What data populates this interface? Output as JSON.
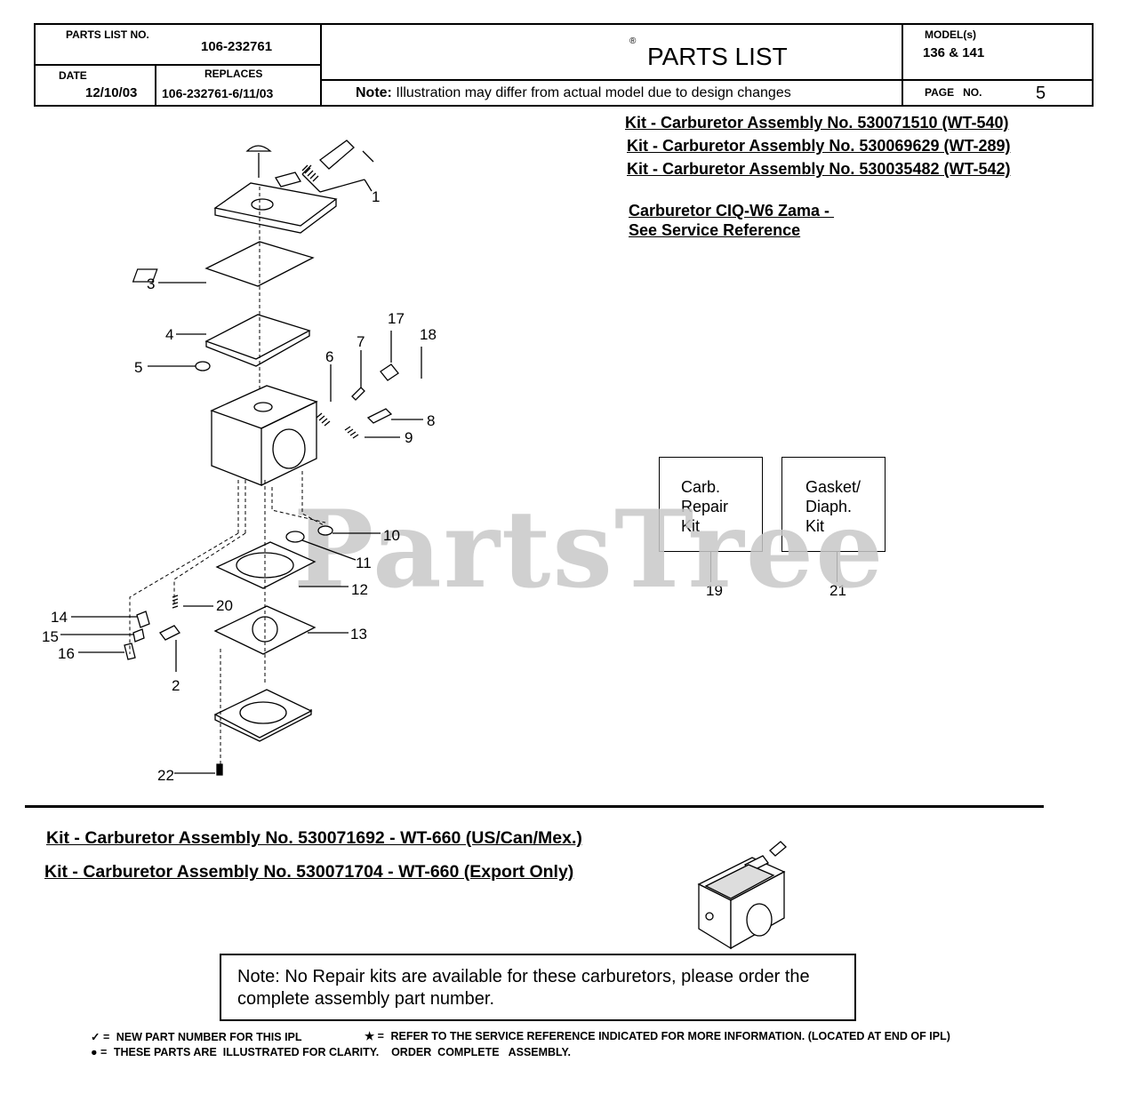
{
  "header": {
    "parts_list_no_label": "PARTS LIST NO.",
    "parts_list_no": "106-232761",
    "date_label": "DATE",
    "date": "12/10/03",
    "replaces_label": "REPLACES",
    "replaces": "106-232761-6/11/03",
    "registered_mark": "®",
    "title": "PARTS LIST",
    "note_label": "Note:",
    "note_text": " Illustration may differ from actual model due to design changes",
    "models_label": "MODEL(s)",
    "models": "136 & 141",
    "page_label": "PAGE   NO.",
    "page_no": "5"
  },
  "kits_top": [
    "Kit - Carburetor Assembly No. 530071510 (WT-540)",
    "Kit - Carburetor Assembly No. 530069629 (WT-289)",
    "Kit - Carburetor Assembly No. 530035482 (WT-542)"
  ],
  "service_ref": {
    "line1": "Carburetor CIQ-W6 Zama - ",
    "line2": "See Service Reference"
  },
  "kit_boxes": [
    {
      "lines": [
        "Carb.",
        "Repair",
        "Kit"
      ],
      "ref": "19"
    },
    {
      "lines": [
        "Gasket/",
        "Diaph.",
        "Kit"
      ],
      "ref": "21"
    }
  ],
  "part_numbers": [
    "1",
    "3",
    "4",
    "5",
    "6",
    "7",
    "17",
    "18",
    "8",
    "9",
    "10",
    "11",
    "12",
    "20",
    "14",
    "15",
    "16",
    "13",
    "2",
    "22"
  ],
  "watermark": "PartsTree",
  "kits_bottom": [
    "Kit - Carburetor Assembly No. 530071692 - WT-660 (US/Can/Mex.)",
    "Kit - Carburetor Assembly No. 530071704 - WT-660 (Export Only)"
  ],
  "bottom_note": "Note: No Repair kits are available for these carburetors, please order the complete assembly part number.",
  "legend": {
    "new_symbol": "✓ =",
    "new_text": "NEW PART NUMBER FOR THIS  IPL",
    "star_symbol": "★ =",
    "star_text": "REFER TO THE SERVICE REFERENCE  INDICATED FOR MORE INFORMATION. (LOCATED AT END OF IPL)",
    "dot_symbol": "● =",
    "dot_text": "THESE PARTS ARE  ILLUSTRATED FOR CLARITY.    ORDER  COMPLETE   ASSEMBLY."
  }
}
